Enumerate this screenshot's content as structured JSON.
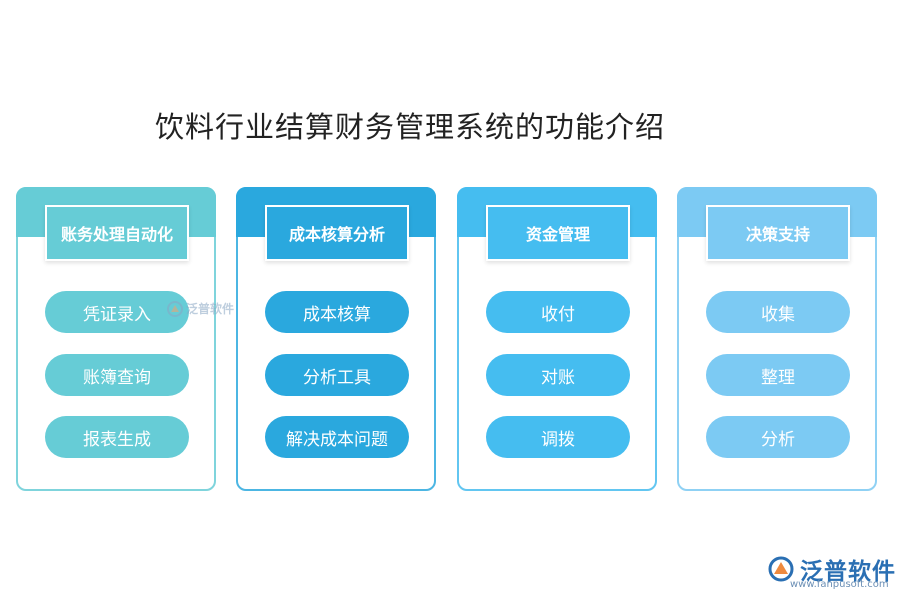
{
  "title": "饮料行业结算财务管理系统的功能介绍",
  "modules": [
    {
      "header": "账务处理自动化",
      "items": [
        "凭证录入",
        "账簿查询",
        "报表生成"
      ],
      "colors": {
        "accent": "#66ccd6",
        "border": "#7fd4dc"
      }
    },
    {
      "header": "成本核算分析",
      "items": [
        "成本核算",
        "分析工具",
        "解决成本问题"
      ],
      "colors": {
        "accent": "#2aa8de",
        "border": "#4cb6e3"
      }
    },
    {
      "header": "资金管理",
      "items": [
        "收付",
        "对账",
        "调拨"
      ],
      "colors": {
        "accent": "#45bdf0",
        "border": "#62c6f1"
      }
    },
    {
      "header": "决策支持",
      "items": [
        "收集",
        "整理",
        "分析"
      ],
      "colors": {
        "accent": "#7ccaf3",
        "border": "#8fd1f4"
      }
    }
  ],
  "watermark": {
    "brand": "泛普软件",
    "url": "www.fanpusoft.com"
  }
}
